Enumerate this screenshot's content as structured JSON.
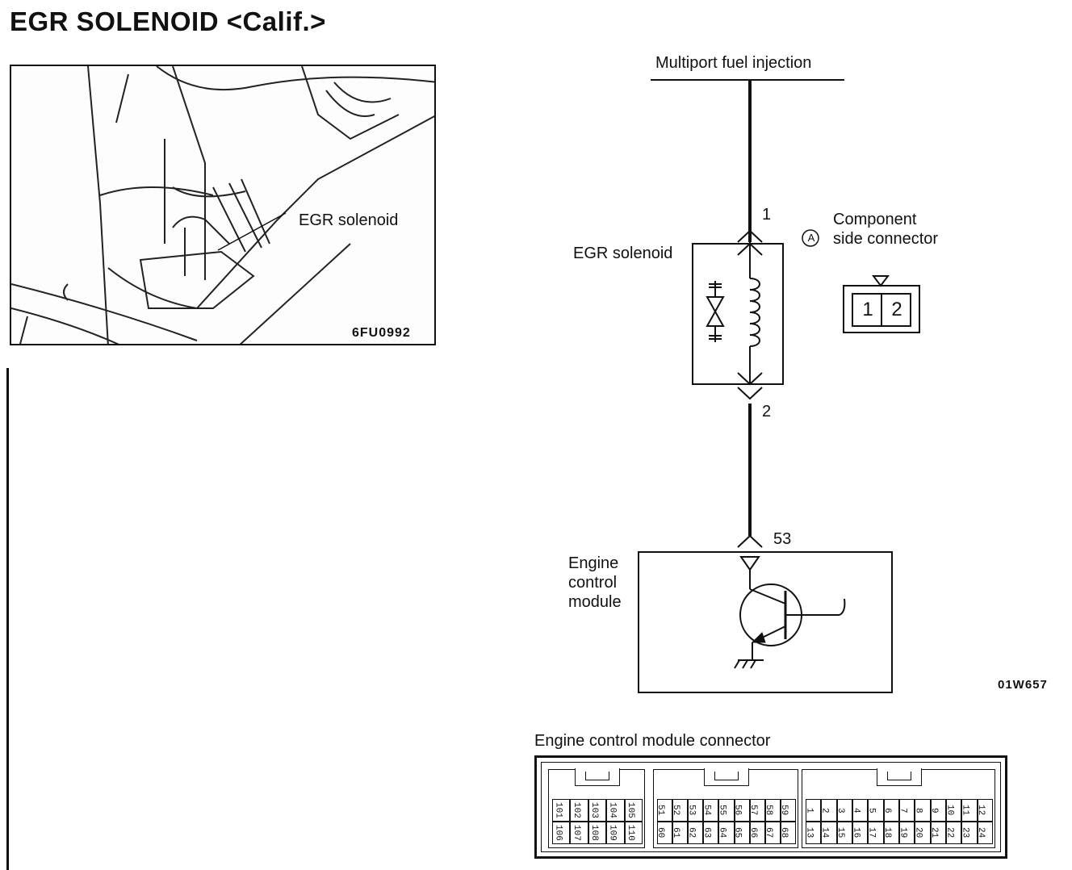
{
  "page_title": "EGR SOLENOID <Calif.>",
  "photo": {
    "callout_label": "EGR solenoid",
    "figure_code": "6FU0992"
  },
  "schematic": {
    "supply_label": "Multiport fuel injection",
    "pin_top": "1",
    "pin_bottom": "2",
    "solenoid_label": "EGR solenoid",
    "connector_marker": "A",
    "connector_title_line1": "Component",
    "connector_title_line2": "side connector",
    "connector_pins": [
      "1",
      "2"
    ],
    "ecm_pin": "53",
    "ecm_label_lines": [
      "Engine",
      "control",
      "module"
    ],
    "figure_code": "01W657"
  },
  "ecm_connector": {
    "title": "Engine control module connector",
    "groups": [
      {
        "top": [
          "101",
          "102",
          "103",
          "104",
          "105"
        ],
        "bottom": [
          "106",
          "107",
          "108",
          "109",
          "110"
        ]
      },
      {
        "top": [
          "51",
          "52",
          "53",
          "54",
          "55",
          "56",
          "57",
          "58",
          "59"
        ],
        "bottom": [
          "60",
          "61",
          "62",
          "63",
          "64",
          "65",
          "66",
          "67",
          "68"
        ]
      },
      {
        "top": [
          "1",
          "2",
          "3",
          "4",
          "5",
          "6",
          "7",
          "8",
          "9",
          "10",
          "11",
          "12"
        ],
        "bottom": [
          "13",
          "14",
          "15",
          "16",
          "17",
          "18",
          "19",
          "20",
          "21",
          "22",
          "23",
          "24"
        ]
      }
    ]
  }
}
